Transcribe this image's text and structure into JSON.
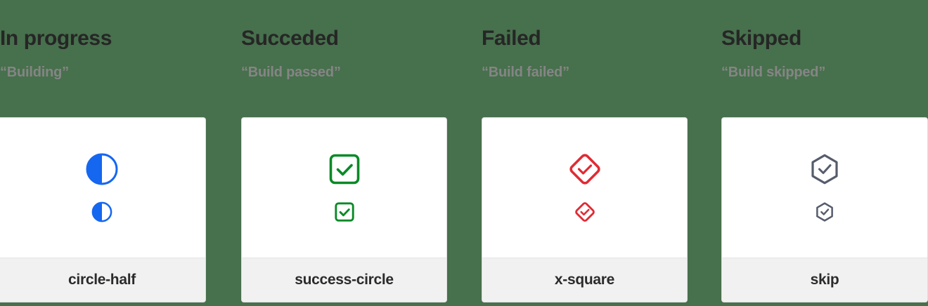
{
  "page": {
    "background_color": "#47704C",
    "card_background": "#FFFFFF",
    "card_footer_background": "#F1F1F1",
    "heading_color": "#262626",
    "subheading_color": "#858585"
  },
  "columns": [
    {
      "heading": "In progress",
      "subheading": "“Building”",
      "icon_name": "circle-half-icon",
      "icon_label": "circle-half",
      "icon_color": "#1667F0"
    },
    {
      "heading": "Succeded",
      "subheading": "“Build passed”",
      "icon_name": "success-circle-icon",
      "icon_label": "success-circle",
      "icon_color": "#078A26"
    },
    {
      "heading": "Failed",
      "subheading": "“Build failed”",
      "icon_name": "x-square-icon",
      "icon_label": "x-square",
      "icon_color": "#E02B34"
    },
    {
      "heading": "Skipped",
      "subheading": "“Build skipped”",
      "icon_name": "skip-icon",
      "icon_label": "skip",
      "icon_color": "#565C6B"
    }
  ]
}
